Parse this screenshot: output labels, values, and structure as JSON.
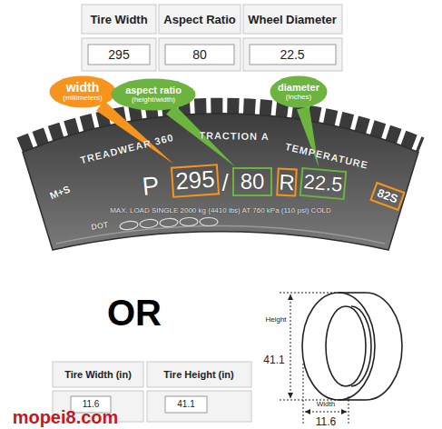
{
  "diagram": {
    "nodes": [
      {
        "text": [
          "width",
          "(millimeters)"
        ]
      },
      {
        "text": [
          "aspect ratio",
          "(height/width)"
        ]
      },
      {
        "text": [
          "diameter",
          "(inches)"
        ]
      },
      {
        "text": [
          "295"
        ]
      },
      {
        "text": [
          "80"
        ]
      },
      {
        "text": [
          "R"
        ]
      },
      {
        "text": [
          "22.5"
        ]
      },
      {
        "text": [
          "82S"
        ]
      }
    ],
    "edges": [
      {
        "from": 0,
        "to": 3,
        "arrow": "none"
      },
      {
        "from": 1,
        "to": 4,
        "arrow": "none"
      },
      {
        "from": 2,
        "to": 6,
        "arrow": "none"
      }
    ],
    "labels": [
      "Tire Width",
      "Aspect Ratio",
      "Wheel Diameter",
      "295",
      "80",
      "22.5",
      "TREADWEAR 360",
      "TRACTION A",
      "TEMPERATURE",
      "P",
      "/",
      "M+S",
      "MAX. LOAD SINGLE 2000 kg (4410 lbs) AT 760 kPa (110 psi) COLD",
      "DOT",
      "OR",
      "Tire Width (in)",
      "Tire Height (in)",
      "11.6",
      "41.1",
      "Height",
      "41.1",
      "Width",
      "11.6",
      "mopei8.com"
    ]
  }
}
